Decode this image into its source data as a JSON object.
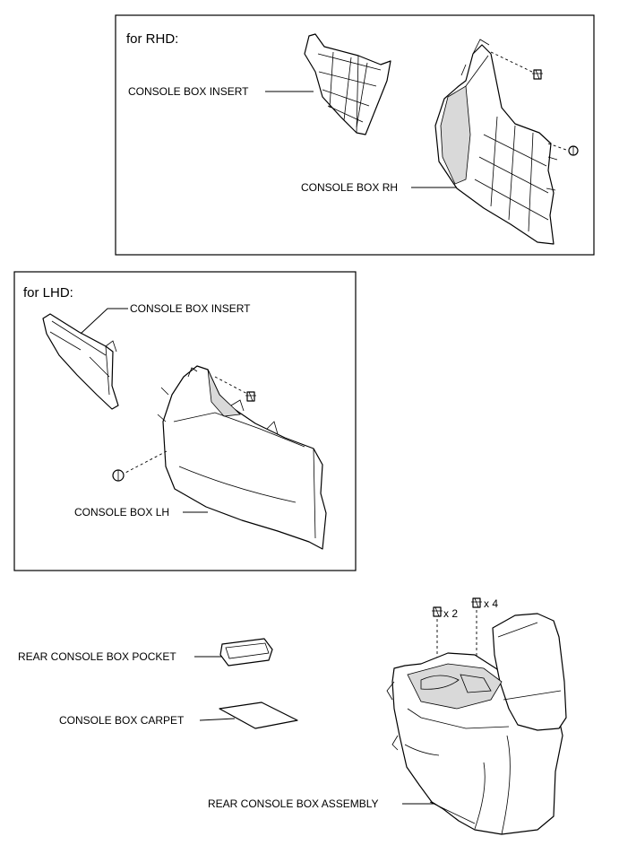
{
  "rhd": {
    "header": "for RHD:",
    "label_insert": "CONSOLE BOX INSERT",
    "label_box": "CONSOLE BOX RH"
  },
  "lhd": {
    "header": "for LHD:",
    "label_insert": "CONSOLE BOX INSERT",
    "label_box": "CONSOLE BOX LH"
  },
  "rear": {
    "label_pocket": "REAR CONSOLE BOX POCKET",
    "label_carpet": "CONSOLE BOX CARPET",
    "label_assembly": "REAR CONSOLE BOX ASSEMBLY",
    "qty_a": "x 2",
    "qty_b": "x 4"
  }
}
